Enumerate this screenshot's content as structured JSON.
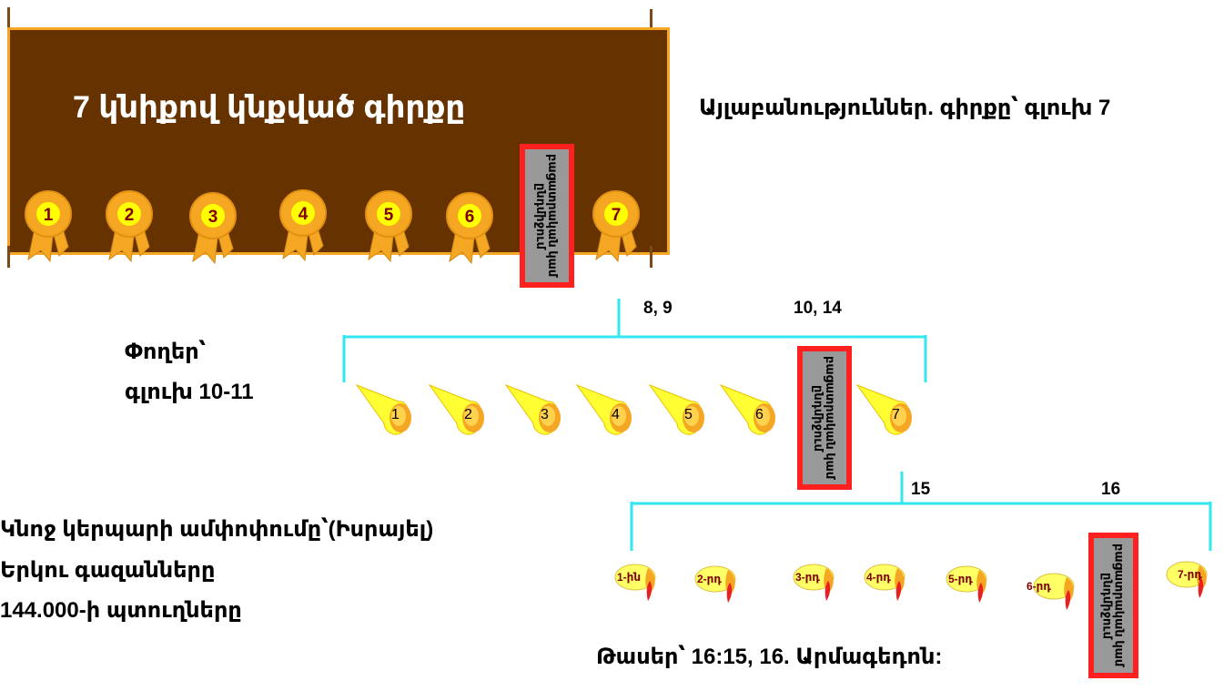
{
  "scroll": {
    "title": "7 կնիքով կնքված գիրքը",
    "seals": [
      "1",
      "2",
      "3",
      "4",
      "5",
      "6",
      "7"
    ]
  },
  "interlude_text": "բացատրական կամ ընդմիջում",
  "headings": {
    "seals_ref": "Այլաբանություններ. գիրքը՝ գլուխ 7",
    "trumpets_line1": "Փողեր՝",
    "trumpets_line2": "գլուխ 10-11",
    "body_line1": "Կնոջ կերպարի ամփոփումը՝(Իսրայել)",
    "body_line2": "Երկու գազանները",
    "body_line3": "144.000-ի պտուղները",
    "bowls_ref": "Թասեր՝ 16:15, 16. Արմագեդոն:"
  },
  "trumpets": {
    "bracket_labels": [
      "8, 9",
      "10, 14"
    ],
    "items": [
      "1",
      "2",
      "3",
      "4",
      "5",
      "6",
      "7"
    ]
  },
  "bowls": {
    "bracket_labels": [
      "15",
      "16"
    ],
    "items": [
      "1-ին",
      "2-րդ",
      "3-րդ",
      "4-րդ",
      "5-րդ",
      "6-րդ",
      "7-րդ"
    ]
  },
  "colors": {
    "scroll_bg": "#663300",
    "seal": "#f5a623",
    "seal_center": "#ffff00",
    "interlude_bg": "#999999",
    "interlude_border": "#ff2020",
    "bracket": "#33e6f0"
  }
}
